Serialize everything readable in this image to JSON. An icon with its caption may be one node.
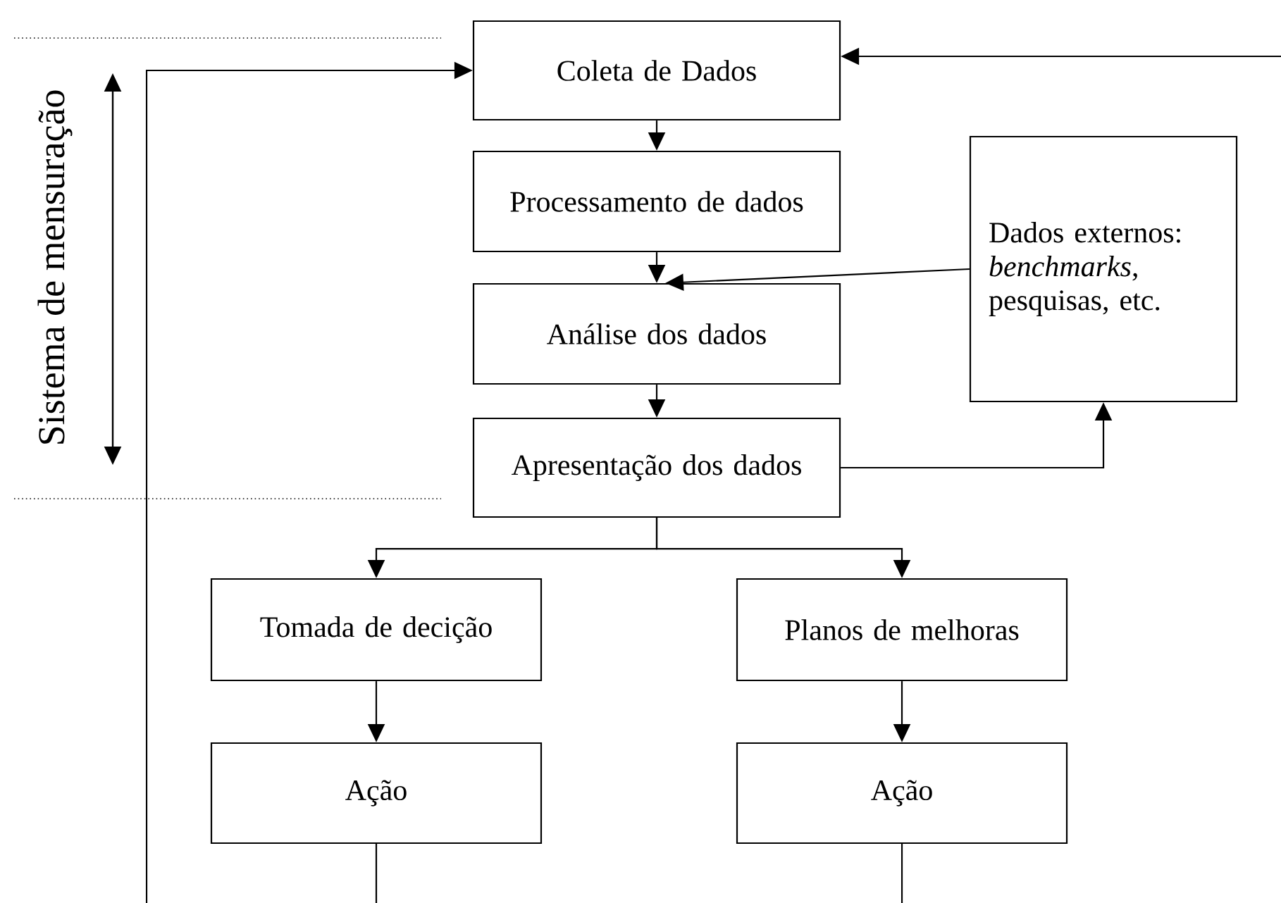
{
  "diagram": {
    "nodes": [
      {
        "text": [
          "Coleta de Dados"
        ]
      },
      {
        "text": [
          "Processamento de dados"
        ]
      },
      {
        "text": [
          "Análise dos dados"
        ]
      },
      {
        "text": [
          "Apresentação dos dados"
        ]
      },
      {
        "text": [
          "Dados externos: *benchmarks*, pesquisas, etc."
        ]
      },
      {
        "text": [
          "Tomada de decição"
        ]
      },
      {
        "text": [
          "Planos de melhoras"
        ]
      },
      {
        "text": [
          "Ação"
        ]
      },
      {
        "text": [
          "Ação"
        ]
      }
    ],
    "edges": [
      {
        "from": 0,
        "to": 1,
        "arrow": "to"
      },
      {
        "from": 1,
        "to": 2,
        "arrow": "to"
      },
      {
        "from": 2,
        "to": 3,
        "arrow": "to"
      },
      {
        "from": 4,
        "to": 2,
        "arrow": "to"
      },
      {
        "from": 3,
        "to": 4,
        "arrow": "to"
      },
      {
        "from": 3,
        "to": 5,
        "arrow": "to"
      },
      {
        "from": 3,
        "to": 6,
        "arrow": "to"
      },
      {
        "from": 5,
        "to": 7,
        "arrow": "to"
      },
      {
        "from": 6,
        "to": 8,
        "arrow": "to"
      },
      {
        "from": 7,
        "to": null,
        "arrow": "none"
      },
      {
        "from": 8,
        "to": null,
        "arrow": "none"
      },
      {
        "from": null,
        "to": 0,
        "arrow": "to"
      },
      {
        "from": null,
        "to": 0,
        "arrow": "to"
      }
    ],
    "labels": [
      "Sistema de mensuração"
    ]
  }
}
